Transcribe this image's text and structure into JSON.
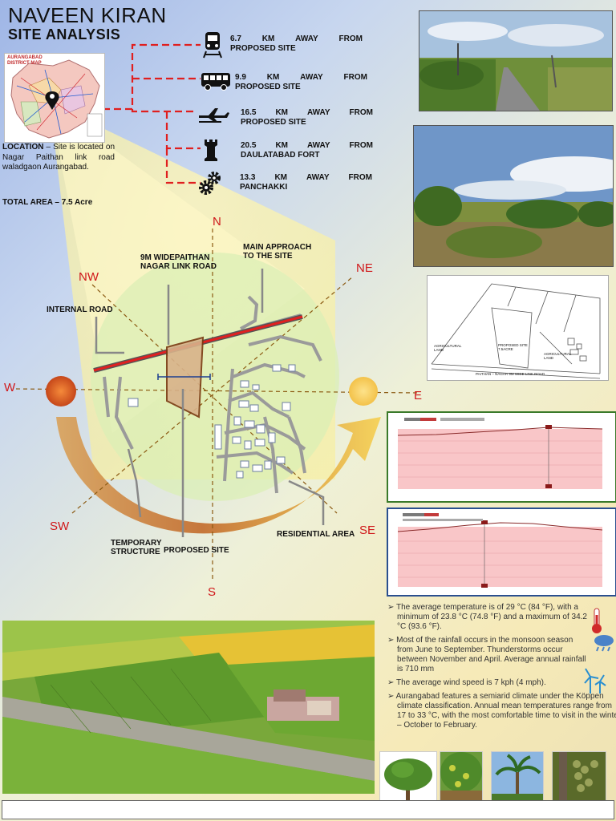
{
  "header": {
    "name": "NAVEEN KIRAN",
    "subtitle": "SITE ANALYSIS"
  },
  "district_map": {
    "title_line1": "AURANGABAD",
    "title_line2": "DISTRICT MAP"
  },
  "location": {
    "label": "LOCATION",
    "text": "– Site is located on Nagar Paithan link road waladgaon Aurangabad.",
    "total_area": "TOTAL AREA – 7.5 Acre"
  },
  "distances": [
    {
      "icon": "train-icon",
      "km": "6.7",
      "words": [
        "KM",
        "AWAY",
        "FROM"
      ],
      "to": "PROPOSED SITE"
    },
    {
      "icon": "bus-icon",
      "km": "9.9",
      "words": [
        "KM",
        "AWAY",
        "FROM"
      ],
      "to": "PROPOSED SITE"
    },
    {
      "icon": "airplane-icon",
      "km": "16.5",
      "words": [
        "KM",
        "AWAY",
        "FROM"
      ],
      "to": "PROPOSED SITE"
    },
    {
      "icon": "fort-icon",
      "km": "20.5",
      "words": [
        "KM",
        "AWAY",
        "FROM"
      ],
      "to": "DAULATABAD FORT"
    },
    {
      "icon": "gears-icon",
      "km": "13.3",
      "words": [
        "KM",
        "AWAY",
        "FROM"
      ],
      "to": "PANCHAKKI"
    }
  ],
  "compass": {
    "n": "N",
    "ne": "NE",
    "e": "E",
    "se": "SE",
    "s": "S",
    "sw": "SW",
    "w": "W",
    "nw": "NW"
  },
  "map_labels": {
    "link_road": "9M WIDEPAITHAN NAGAR LINK ROAD",
    "main_approach": "MAIN APPROACH TO THE SITE",
    "internal_road": "INTERNAL ROAD",
    "temporary_structure": "TEMPORARY STRUCTURE",
    "proposed_site": "PROPOSED SITE",
    "residential_area": "RESIDENTIAL AREA"
  },
  "plan_labels": {
    "agricultural_left": "AGRICULTURAL LAND",
    "proposed_site": "PROPOSED SITE 7.5ACRE",
    "agricultural_right": "AGRICULTURAL LAND",
    "road": "PAITHAN – NAGAR 9M WIDE LINK ROAD"
  },
  "climate_notes": [
    "The average temperature is of 29 °C (84 °F), with a minimum of 23.8 °C (74.8 °F) and a maximum of 34.2 °C (93.6 °F).",
    "Most of the rainfall occurs in the monsoon season from June to September. Thunderstorms occur between November and April. Average annual rainfall is 710 mm",
    "The average wind speed is 7 kph (4 mph).",
    "Aurangabad features a semiarid climate under the Köppen climate classification. Annual mean temperatures range from 17 to 33 °C, with the most comfortable time to visit in the winter – October to February."
  ],
  "colors": {
    "accent_red": "#d0181a",
    "graph1_border": "#3a7a2a",
    "graph2_border": "#2a4f8f",
    "sun": "#f0c040",
    "sun_west": "#e3661e"
  }
}
